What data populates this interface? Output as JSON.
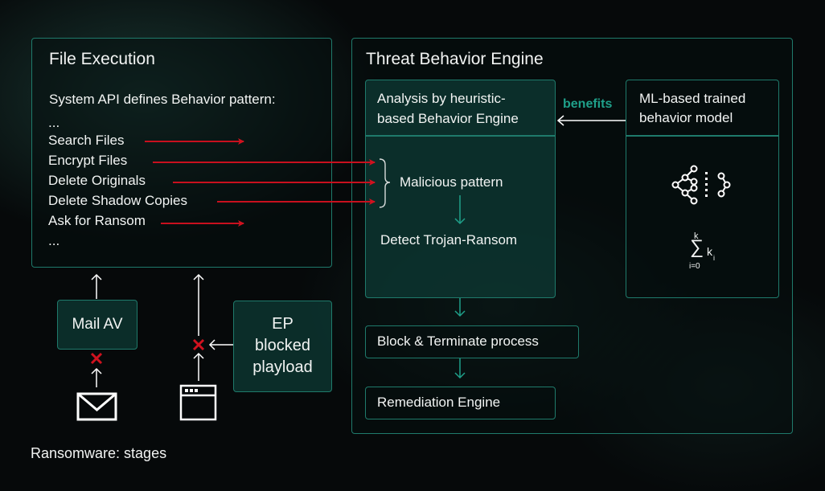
{
  "caption": "Ransomware: stages",
  "colors": {
    "accent": "#1f7a6b",
    "benefits_text": "#1fa08a",
    "danger": "#c8101e",
    "text": "#f2f4f3"
  },
  "file_execution": {
    "title": "File Execution",
    "subtitle": "System API defines Behavior pattern:",
    "items": [
      "...",
      "Search Files",
      "Encrypt Files",
      "Delete Originals",
      "Delete Shadow Copies",
      "Ask for Ransom",
      "..."
    ]
  },
  "inputs": {
    "mail_av": "Mail AV",
    "ep_blocked": [
      "EP",
      "blocked",
      "playload"
    ],
    "mail_icon": "envelope-icon",
    "window_icon": "browser-window-icon",
    "blocked_mark": "x-icon"
  },
  "engine": {
    "title": "Threat Behavior Engine",
    "heuristic": {
      "line1": "Analysis by heuristic-",
      "line2": "based Behavior Engine"
    },
    "malicious": "Malicious pattern",
    "detect": "Detect Trojan-Ransom",
    "benefits": "benefits",
    "ml": {
      "line1": "ML-based trained",
      "line2": "behavior model",
      "icon": "neural-network-icon",
      "formula": {
        "symbol": "∑",
        "upper": "k",
        "lower": "i=0",
        "term": "k",
        "sub": "i"
      }
    },
    "block": "Block & Terminate process",
    "remediation": "Remediation Engine"
  }
}
